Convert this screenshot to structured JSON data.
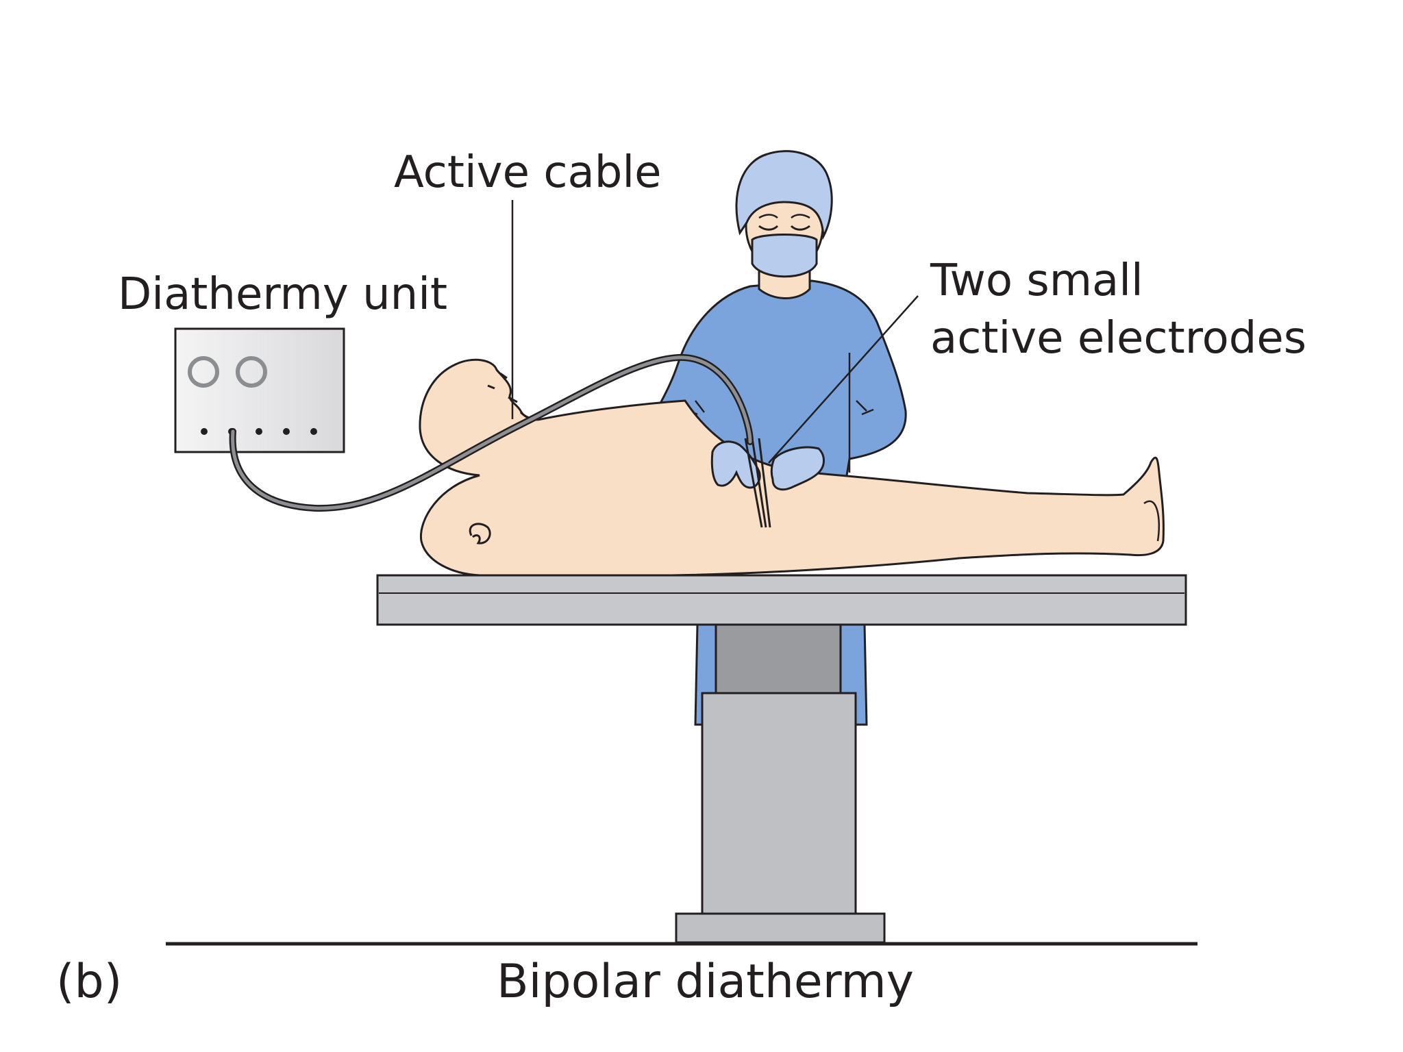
{
  "labels": {
    "active_cable": "Active cable",
    "diathermy_unit": "Diathermy unit",
    "electrodes_line1": "Two small",
    "electrodes_line2": "active electrodes",
    "title": "Bipolar diathermy",
    "panel": "(b)"
  },
  "colors": {
    "outline": "#231f20",
    "gown": "#7ba4dc",
    "cap": "#b8cdee",
    "skin": "#f9dfc6",
    "table_top": "#c7c8cc",
    "table_column": "#9a9b9f",
    "table_base": "#bfc0c4",
    "unit_panel": "#e9e9ea"
  },
  "icons": [
    "diathermy-unit",
    "surgeon",
    "patient",
    "operating-table",
    "bipolar-forceps"
  ]
}
